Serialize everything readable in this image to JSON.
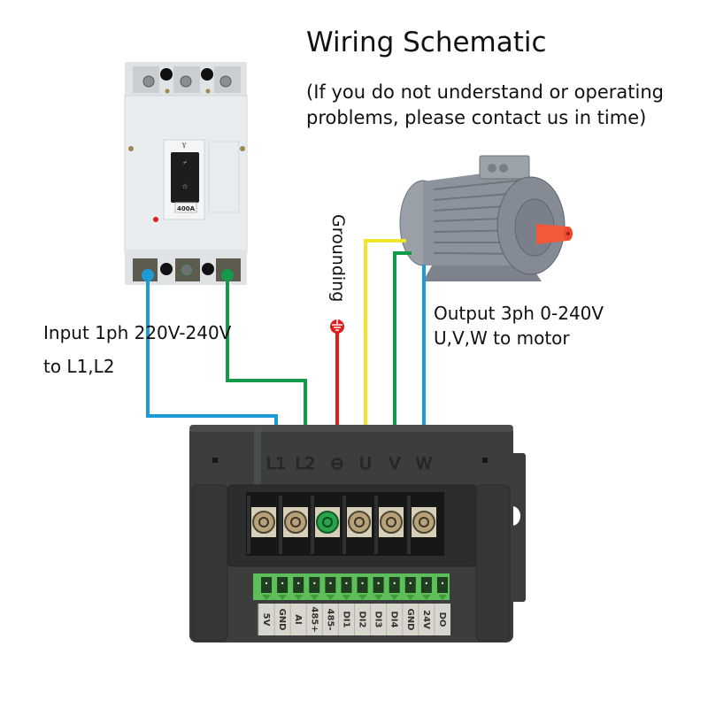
{
  "header": {
    "title": "Wiring Schematic",
    "subtitle": "(If you do not understand or operating problems, please contact us in time)"
  },
  "breaker": {
    "rating_label": "400A",
    "switch_mark": "Y"
  },
  "labels": {
    "input_line1": "Input 1ph 220V-240V",
    "input_line2": "to L1,L2",
    "output_line1": "Output 3ph 0-240V",
    "output_line2": "U,V,W to motor",
    "grounding": "Grounding"
  },
  "wires": [
    {
      "name": "L1",
      "color": "#1e9ad6",
      "from": "breaker-terminal-1",
      "to": "L1"
    },
    {
      "name": "L2",
      "color": "#149b4a",
      "from": "breaker-terminal-3",
      "to": "L2"
    },
    {
      "name": "ground",
      "color": "#e01c1c",
      "from": "ground-symbol",
      "to": "PE"
    },
    {
      "name": "U",
      "color": "#f2e42a",
      "from": "motor",
      "to": "U"
    },
    {
      "name": "V",
      "color": "#149b4a",
      "from": "motor",
      "to": "V"
    },
    {
      "name": "W",
      "color": "#1e9ad6",
      "from": "motor",
      "to": "W"
    }
  ],
  "power_terminals": [
    "L1",
    "L2",
    "⊖",
    "U",
    "V",
    "W"
  ],
  "control_terminals": [
    "5V",
    "GND",
    "AI",
    "485+",
    "485-",
    "DI1",
    "DI2",
    "DI3",
    "DI4",
    "GND",
    "24V",
    "DO"
  ],
  "colors": {
    "wire_blue": "#1e9ad6",
    "wire_green": "#149b4a",
    "wire_red": "#e01c1c",
    "wire_yellow": "#f2e42a",
    "vfd_body": "#3b3e3d",
    "breaker_body": "#e9ecee",
    "motor_body": "#8d939c",
    "motor_shaft": "#f25a3a",
    "connector_green": "#5cbf5a"
  }
}
